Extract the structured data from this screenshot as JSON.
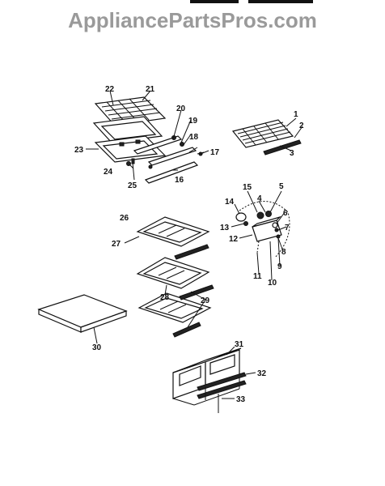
{
  "watermark": "AppliancePartsPros.com",
  "callouts": [
    {
      "id": "c1",
      "label": "1"
    },
    {
      "id": "c2",
      "label": "2"
    },
    {
      "id": "c3",
      "label": "3"
    },
    {
      "id": "c4",
      "label": "4"
    },
    {
      "id": "c5",
      "label": "5"
    },
    {
      "id": "c6",
      "label": "6"
    },
    {
      "id": "c7",
      "label": "7"
    },
    {
      "id": "c8",
      "label": "8"
    },
    {
      "id": "c9",
      "label": "9"
    },
    {
      "id": "c10",
      "label": "10"
    },
    {
      "id": "c11",
      "label": "11"
    },
    {
      "id": "c12",
      "label": "12"
    },
    {
      "id": "c13",
      "label": "13"
    },
    {
      "id": "c14",
      "label": "14"
    },
    {
      "id": "c15",
      "label": "15"
    },
    {
      "id": "c16",
      "label": "16"
    },
    {
      "id": "c17",
      "label": "17"
    },
    {
      "id": "c18",
      "label": "18"
    },
    {
      "id": "c19",
      "label": "19"
    },
    {
      "id": "c20",
      "label": "20"
    },
    {
      "id": "c21",
      "label": "21"
    },
    {
      "id": "c22",
      "label": "22"
    },
    {
      "id": "c23",
      "label": "23"
    },
    {
      "id": "c24",
      "label": "24"
    },
    {
      "id": "c25",
      "label": "25"
    },
    {
      "id": "c26",
      "label": "26"
    },
    {
      "id": "c27",
      "label": "27"
    },
    {
      "id": "c28",
      "label": "28"
    },
    {
      "id": "c29",
      "label": "29"
    },
    {
      "id": "c30",
      "label": "30"
    },
    {
      "id": "c31",
      "label": "31"
    },
    {
      "id": "c32",
      "label": "32"
    },
    {
      "id": "c33",
      "label": "33"
    }
  ]
}
